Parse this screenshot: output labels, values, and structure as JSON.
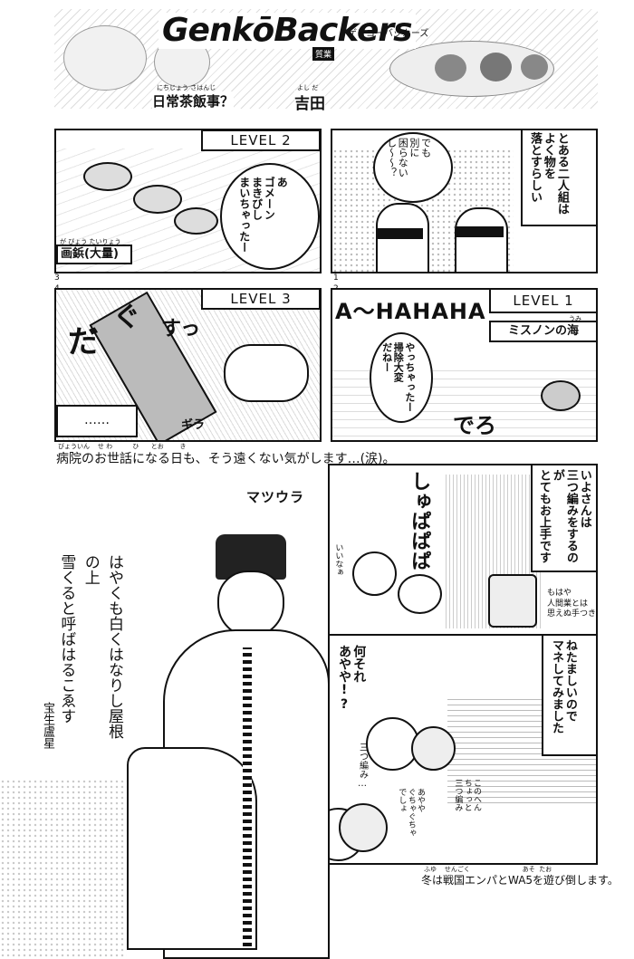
{
  "header": {
    "logo": "GenkōBackers",
    "logo_kana": "ゲンコーバッカーズ",
    "logo_tag": "質業",
    "subtitle_ruby": "にちじょう さはんじ",
    "subtitle": "日常茶飯事？",
    "author_ruby": "よし だ",
    "author": "吉田"
  },
  "yoshida_strip": {
    "level2": {
      "label": "LEVEL 2",
      "speech": [
        "あ",
        "ゴメーン",
        "まきびし",
        "まいちゃったー"
      ],
      "caption": "画鋲(大量)",
      "caption_ruby": "が びょう  たいりょう"
    },
    "top_right": {
      "narration": [
        "とある二人組は",
        "よく物を",
        "落とすらしい"
      ],
      "speech": [
        "でも",
        "別に",
        "困らない",
        "し～～？"
      ]
    },
    "level3": {
      "label": "LEVEL 3",
      "sfx": [
        "すっ",
        "だ",
        "ぐ",
        "ギラ"
      ],
      "speech": "……"
    },
    "level1": {
      "label": "LEVEL 1",
      "sublabel": "ミスノンの海",
      "sublabel_ruby": "うみ",
      "laugh": "A～HAHAHA",
      "speech": [
        "やっちゃったー",
        "掃除大変",
        "だねー"
      ],
      "sfx": "でろ"
    },
    "panel_numbers": [
      "3",
      "4",
      "1",
      "2"
    ],
    "footer": "病院のお世話になる日も、そう遠くない気がします…(涙)。",
    "footer_ruby": "びょういん    せ わ          ひ      とお        き"
  },
  "matsuura_strip": {
    "author": "マツウラ",
    "poem": [
      "雪くると呼ばはるこゑす",
      "はやくも白くはなりし屋根の上"
    ],
    "poem_credit": "宝生盧星",
    "panel1": {
      "narration": [
        "いよさんは",
        "三つ編みをするのが",
        "とてもお上手です"
      ],
      "sfx": "しゅぱぱぱ",
      "note": [
        "もはや",
        "人間業とは",
        "思えぬ手つき"
      ],
      "small": "いいなぁ"
    },
    "panel2": {
      "narration": [
        "ねたましいので",
        "マネしてみました"
      ],
      "speech": [
        "何それ",
        "あやや!?"
      ],
      "small1": "三つ編み…",
      "small2": [
        "あやや",
        "ぐちゃぐちゃ",
        "でしょ"
      ],
      "small3": [
        "このへん",
        "ちょっと",
        "三つ編み"
      ]
    },
    "footer": "冬は戦国エンパとWA5を遊び倒します。",
    "footer_ruby": "ふゆ    せんごく                          あそ  たお"
  }
}
